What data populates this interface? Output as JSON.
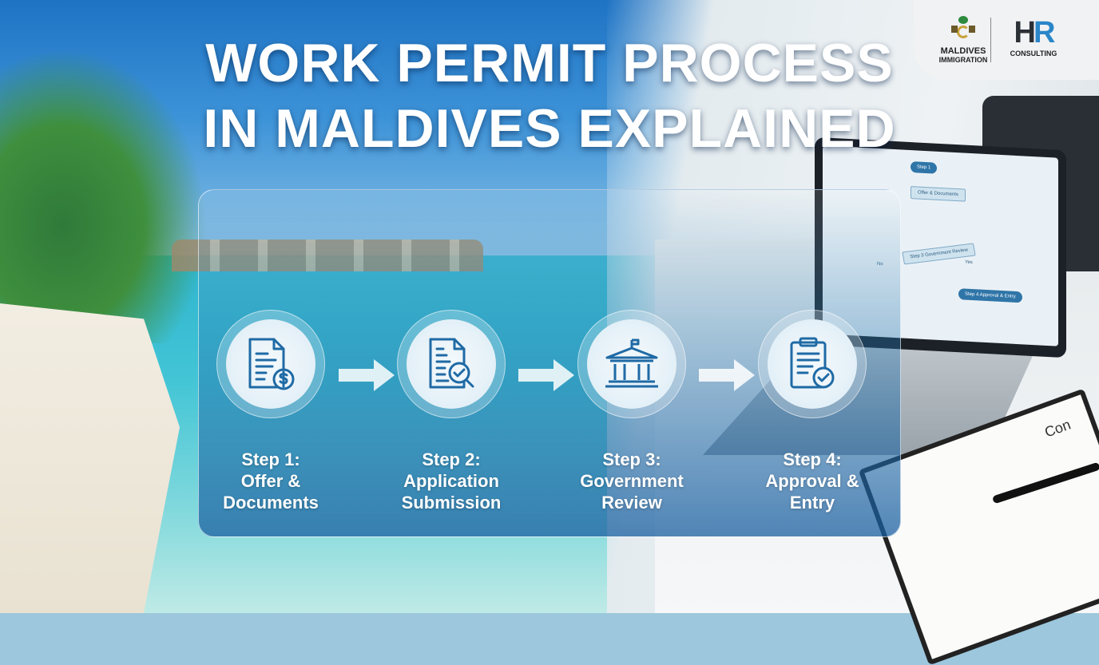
{
  "title": {
    "line1": "WORK PERMIT PROCESS",
    "line2": "IN MALDIVES EXPLAINED"
  },
  "logos": {
    "left": {
      "line1": "MALDIVES",
      "line2": "IMMIGRATION"
    },
    "right": {
      "mark_h": "H",
      "mark_r": "R",
      "sub": "CONSULTING"
    }
  },
  "steps": [
    {
      "number": "Step 1:",
      "line1": "Offer &",
      "line2": "Documents",
      "icon": "document-dollar-icon"
    },
    {
      "number": "Step 2:",
      "line1": "Application",
      "line2": "Submission",
      "icon": "document-search-icon"
    },
    {
      "number": "Step 3:",
      "line1": "Government",
      "line2": "Review",
      "icon": "government-building-icon"
    },
    {
      "number": "Step 4:",
      "line1": "Approval &",
      "line2": "Entry",
      "icon": "clipboard-check-icon"
    }
  ],
  "laptop_flowchart": {
    "start": "Step 1",
    "offer": "Offer & Documents",
    "review": "Step 3 Government Review",
    "approval": "Step 4 Approval & Entry",
    "yes": "Yes",
    "no": "No"
  },
  "paper": {
    "title": "Con"
  },
  "colors": {
    "accent": "#1f6aa5",
    "title": "#ffffff",
    "hr_blue": "#2a86c9"
  }
}
